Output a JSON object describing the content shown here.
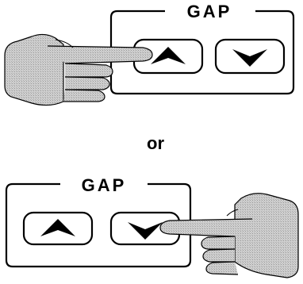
{
  "panels": [
    {
      "label": "GAP",
      "buttons": [
        {
          "name": "up-button",
          "icon": "up-arrow-icon"
        },
        {
          "name": "down-button",
          "icon": "down-arrow-icon"
        }
      ],
      "pressed": "up-button",
      "hand_side": "left"
    },
    {
      "label": "GAP",
      "buttons": [
        {
          "name": "up-button",
          "icon": "up-arrow-icon"
        },
        {
          "name": "down-button",
          "icon": "down-arrow-icon"
        }
      ],
      "pressed": "down-button",
      "hand_side": "right"
    }
  ],
  "separator_text": "or",
  "colors": {
    "line": "#000000",
    "hand_fill": "#c8c8c8",
    "background": "#ffffff"
  }
}
